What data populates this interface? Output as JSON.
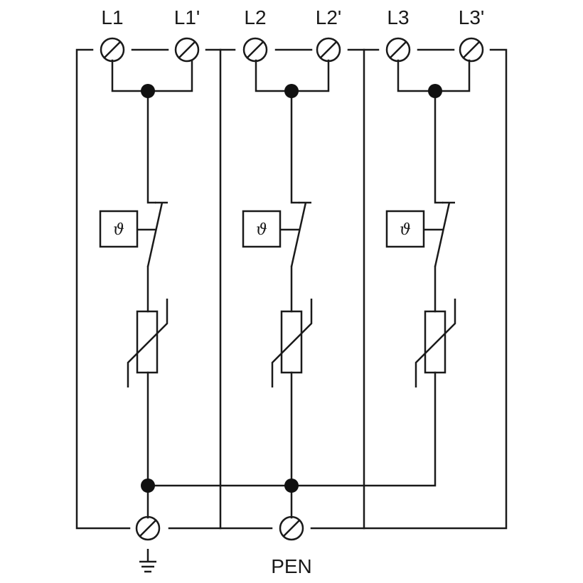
{
  "terminals": {
    "top": [
      "L1",
      "L1'",
      "L2",
      "L2'",
      "L3",
      "L3'"
    ],
    "bottom_pen": "PEN"
  },
  "thermal_symbol": "ϑ",
  "icons": {
    "terminal": "terminal-screw-icon",
    "ground": "ground-icon",
    "junction": "junction-dot-icon",
    "varistor": "varistor-icon",
    "switch": "disconnector-switch-icon"
  },
  "colors": {
    "line": "#1a1a1a",
    "background": "#ffffff"
  }
}
